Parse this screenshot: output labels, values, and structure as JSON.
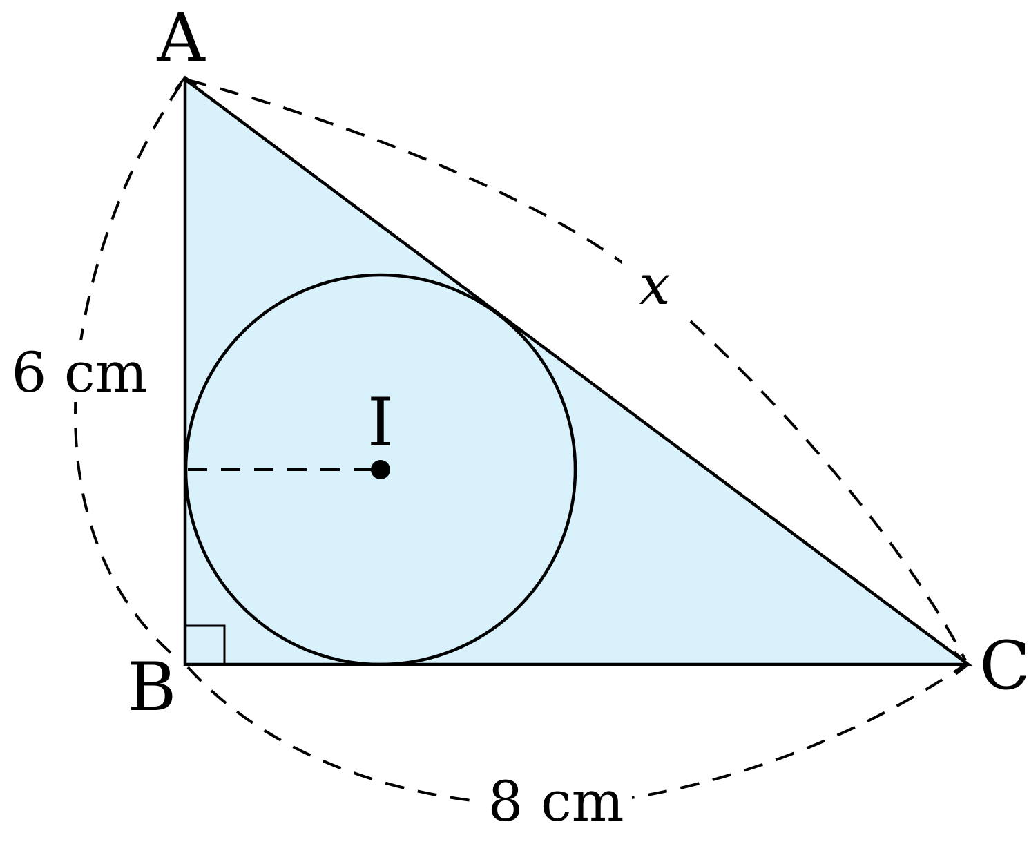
{
  "diagram": {
    "vertices": {
      "A": "A",
      "B": "B",
      "C": "C",
      "I": "I"
    },
    "side_labels": {
      "AB": "6 cm",
      "BC": "8 cm",
      "AC": "x"
    },
    "right_angle_at": "B",
    "colors": {
      "fill": "#d9f1fb",
      "stroke": "#000000"
    }
  }
}
